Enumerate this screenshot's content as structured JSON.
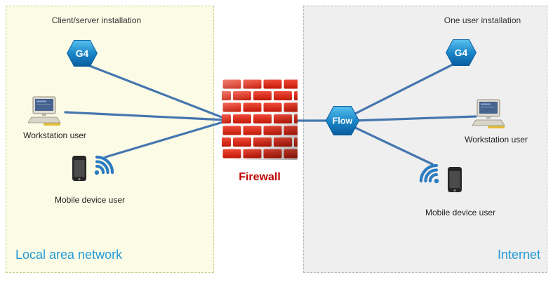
{
  "diagram": {
    "left_panel": {
      "title": "Client/server installation",
      "region_label": "Local area network",
      "g4_badge": "G4",
      "workstation_label": "Workstation user",
      "mobile_label": "Mobile device user"
    },
    "firewall": {
      "label": "Firewall"
    },
    "right_panel": {
      "title": "One user installation",
      "region_label": "Internet",
      "flow_badge": "Flow",
      "g4_badge": "G4",
      "workstation_label": "Workstation user",
      "mobile_label": "Mobile device user"
    },
    "colors": {
      "connector_line": "#4576AF",
      "region_label_blue": "#2499D6",
      "firewall_label_red": "#C00000",
      "hexagon_top": "#59C2EF",
      "hexagon_bottom": "#0A5C9E",
      "brick_red": "#D92A1C",
      "wifi_blue": "#2D7CC1",
      "left_panel_bg": "#FCFCE6",
      "right_panel_bg": "#EFEFEF"
    },
    "icons": {
      "left_g4": "hexagon-g4-icon",
      "left_workstation": "workstation-icon",
      "left_mobile": "mobile-wifi-icon",
      "firewall": "brick-wall-icon",
      "right_flow": "hexagon-flow-icon",
      "right_g4": "hexagon-g4-icon",
      "right_workstation": "workstation-icon",
      "right_mobile": "mobile-wifi-icon"
    }
  }
}
